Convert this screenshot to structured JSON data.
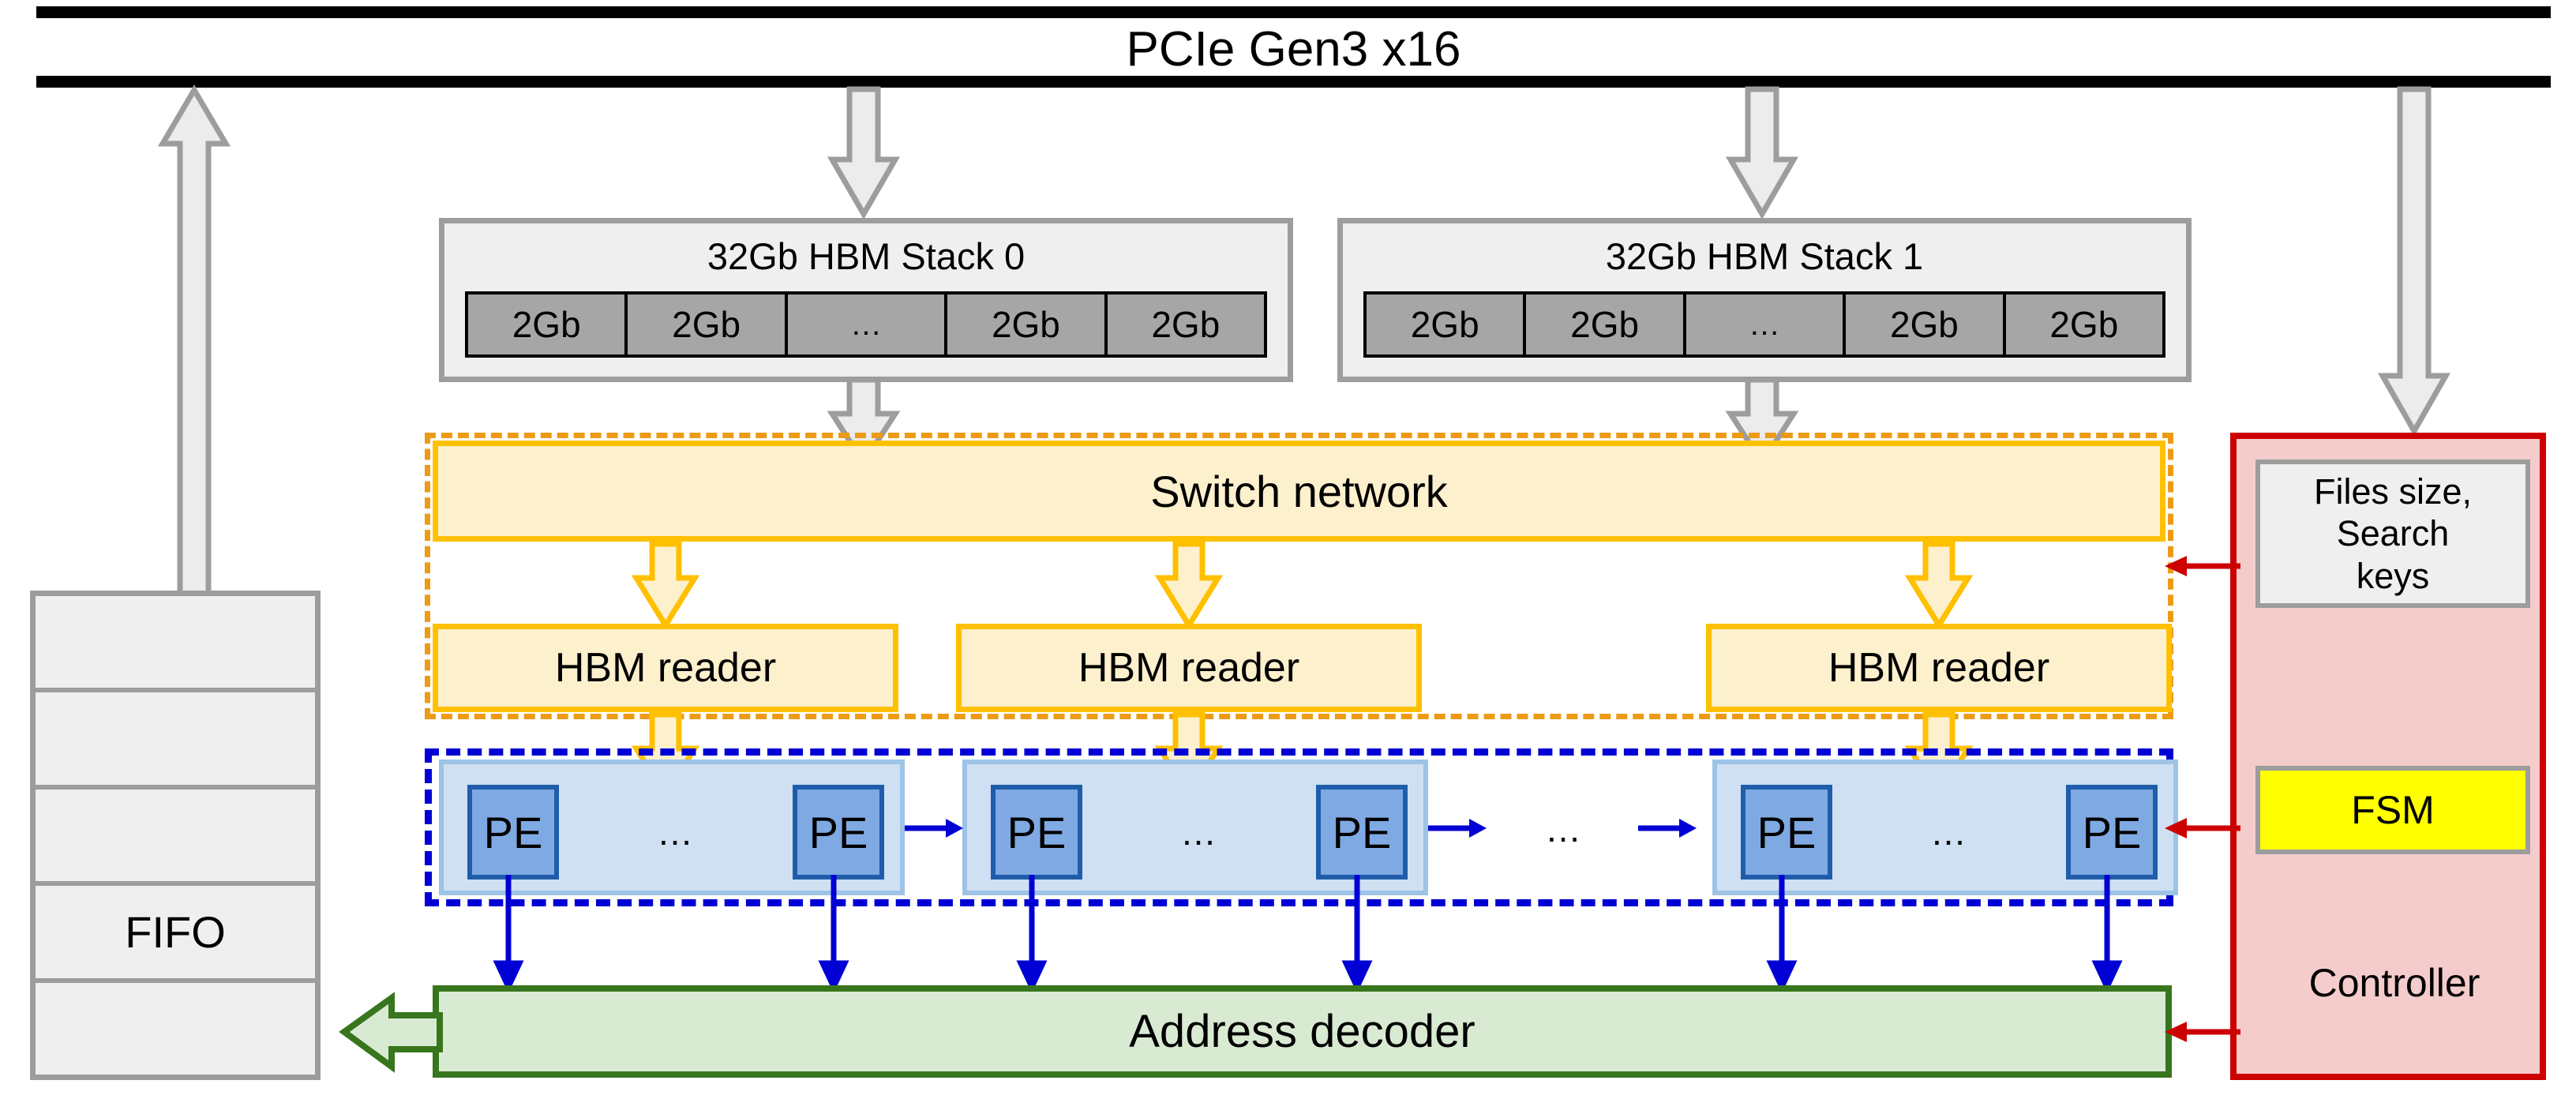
{
  "bus": {
    "label": "PCIe Gen3 x16"
  },
  "memory": {
    "stacks": [
      {
        "title": "32Gb HBM Stack 0",
        "dies": [
          "2Gb",
          "2Gb",
          "…",
          "2Gb",
          "2Gb"
        ]
      },
      {
        "title": "32Gb HBM Stack 1",
        "dies": [
          "2Gb",
          "2Gb",
          "…",
          "2Gb",
          "2Gb"
        ]
      }
    ]
  },
  "switch_group": {
    "switch_label": "Switch network",
    "readers": [
      "HBM reader",
      "HBM reader",
      "HBM reader"
    ]
  },
  "pe_array": {
    "groups": [
      {
        "pes": [
          "PE",
          "PE"
        ],
        "dots": "…"
      },
      {
        "pes": [
          "PE",
          "PE"
        ],
        "dots": "…"
      },
      {
        "pes": [
          "PE",
          "PE"
        ],
        "dots": "…"
      }
    ],
    "chain_dots": "…"
  },
  "address_decoder": {
    "label": "Address decoder"
  },
  "fifo": {
    "label": "FIFO",
    "rows": [
      "",
      "",
      "",
      "FIFO",
      ""
    ]
  },
  "controller": {
    "keys_label": "Files size,\nSearch\nkeys",
    "keys_lines": [
      "Files size,",
      "Search",
      "keys"
    ],
    "fsm_label": "FSM",
    "label": "Controller"
  },
  "colors": {
    "bus": "#000000",
    "hbm_fill": "#efefef",
    "hbm_border": "#9d9d9d",
    "die_fill": "#a6a6a6",
    "orange_fill": "#fdf0cd",
    "orange_border": "#ffc000",
    "orange_dashed": "#ed9b16",
    "blue_dashed": "#0000d4",
    "pe_group_fill": "#cfe0f3",
    "pe_group_border": "#9dc3e6",
    "pe_fill": "#7fa9e2",
    "pe_border": "#1f5dab",
    "green_fill": "#d9ead3",
    "green_border": "#38761d",
    "controller_fill": "#f4cccc",
    "controller_border": "#cc0000",
    "fsm_fill": "#ffff00",
    "grey_arrow_fill": "#ececec",
    "grey_arrow_stroke": "#9d9d9d",
    "blue_arrow": "#0000d4",
    "red_arrow": "#cc0000"
  }
}
